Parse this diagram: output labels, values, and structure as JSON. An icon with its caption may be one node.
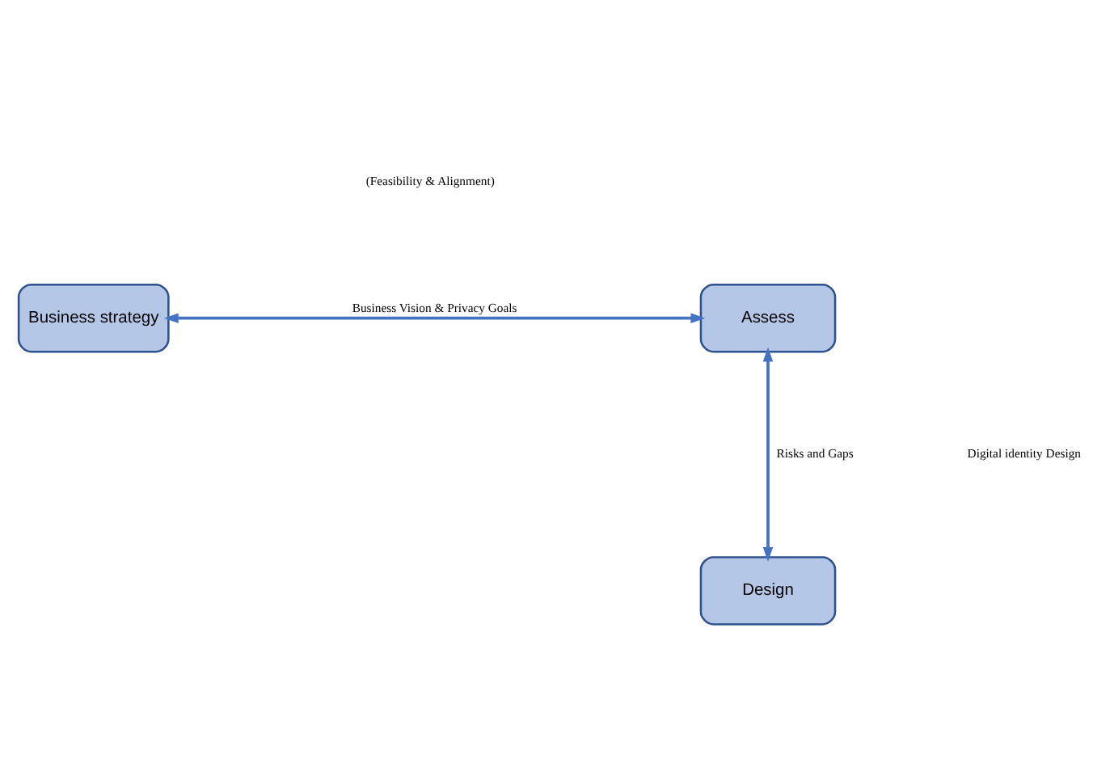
{
  "diagram": {
    "nodes": [
      {
        "text": [
          "Business strategy"
        ]
      },
      {
        "text": [
          "Assess"
        ]
      },
      {
        "text": [
          "Design"
        ]
      }
    ],
    "edges": [
      {
        "from": 0,
        "to": 1,
        "arrow": "both",
        "label": "Business Vision & Privacy Goals"
      },
      {
        "from": 1,
        "to": 2,
        "arrow": "both",
        "label": "Risks and Gaps"
      }
    ],
    "labels": [
      "(Feasibility & Alignment)",
      "Digital identity Design"
    ]
  }
}
